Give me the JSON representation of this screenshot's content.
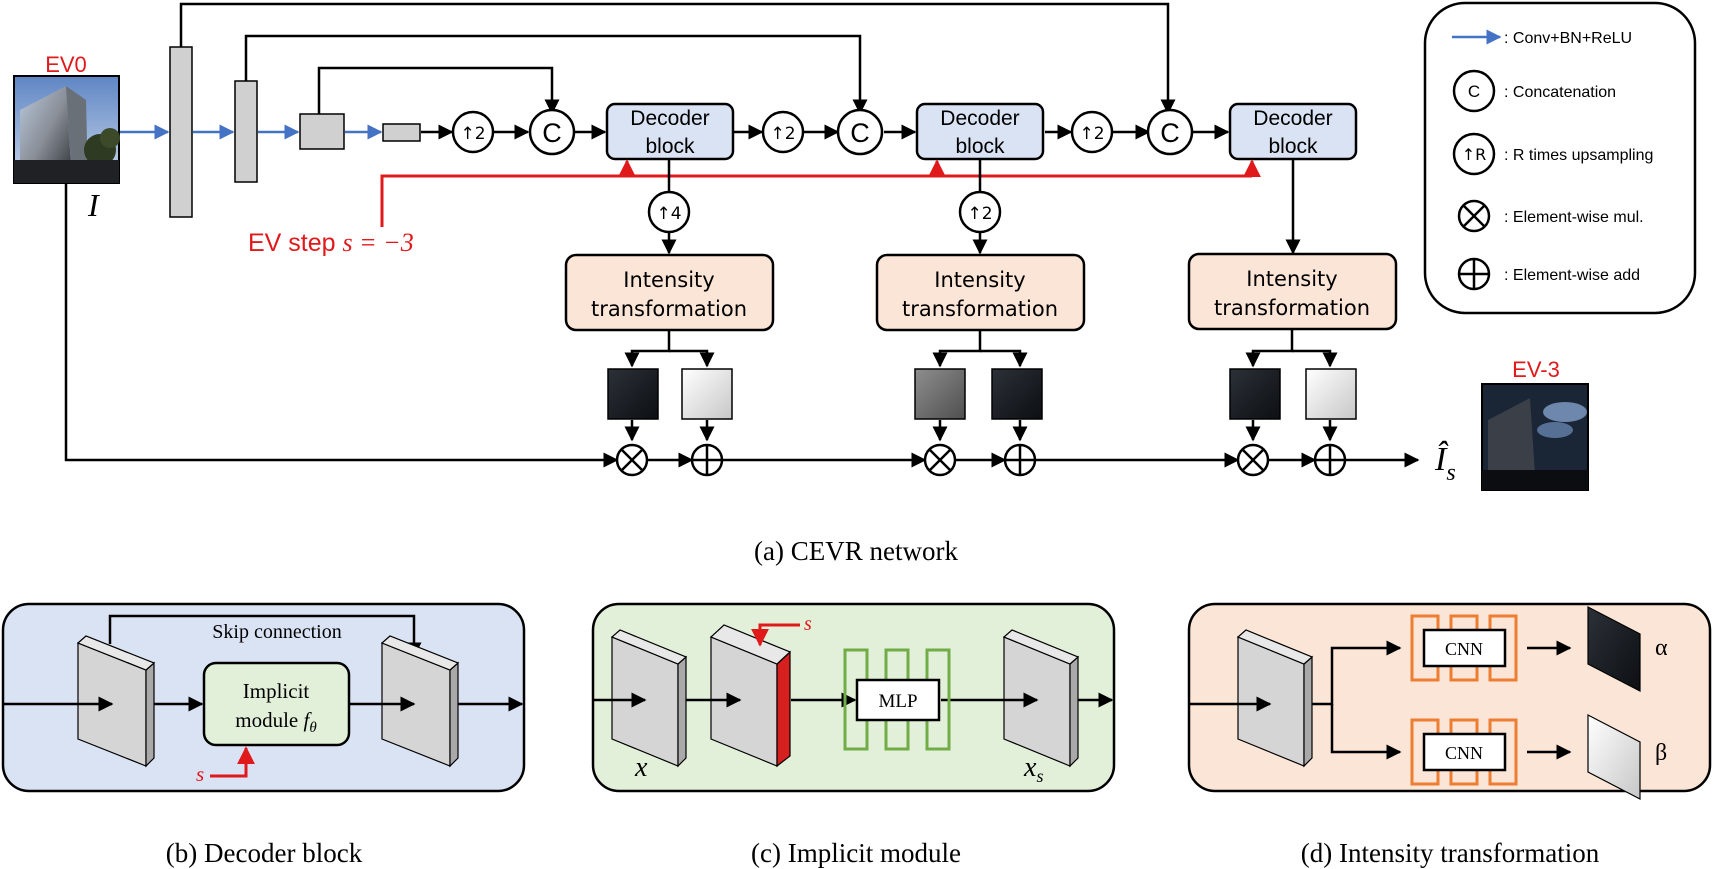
{
  "colors": {
    "conv_arrow": "#4472c4",
    "red": "#e0191b",
    "decoder_fill": "#dae3f3",
    "intensity_fill": "#fbe5d6",
    "panel_b_fill": "#dae3f3",
    "panel_c_fill": "#e2f0d9",
    "panel_d_fill": "#fbe5d6",
    "mlp_stroke": "#70ad47",
    "cnn_stroke": "#ed7d31"
  },
  "main": {
    "input_label": "EV0",
    "input_symbol": "I",
    "output_label": "EV-3",
    "output_symbol": "Î",
    "output_subscript": "s",
    "ev_step_text": "EV step ",
    "ev_step_math": "s = −3",
    "decoder_line1": "Decoder",
    "decoder_line2": "block",
    "intensity_line1": "Intensity",
    "intensity_line2": "transformation",
    "concat_symbol": "C",
    "up2": "↑2",
    "up4": "↑4",
    "caption": "(a) CEVR network"
  },
  "legend": {
    "items": [
      {
        "icon": "blue-arrow-icon",
        "text": ": Conv+BN+ReLU"
      },
      {
        "icon": "concatenation-icon",
        "text": ": Concatenation"
      },
      {
        "icon": "upsampling-icon",
        "text": ": R times upsampling",
        "symbol": "↑R"
      },
      {
        "icon": "element-mul-icon",
        "text": ": Element-wise mul."
      },
      {
        "icon": "element-add-icon",
        "text": ": Element-wise add"
      }
    ]
  },
  "panel_b": {
    "skip_label": "Skip connection",
    "implicit_line1": "Implicit",
    "implicit_line2": "module ",
    "implicit_math": "f",
    "implicit_sub": "θ",
    "s_label": "s",
    "caption": "(b) Decoder block"
  },
  "panel_c": {
    "s_label": "s",
    "mlp_label": "MLP",
    "x_label": "x",
    "xs_label": "x",
    "xs_sub": "s",
    "caption": "(c) Implicit module"
  },
  "panel_d": {
    "cnn_label": "CNN",
    "alpha_label": "α",
    "beta_label": "β",
    "caption": "(d) Intensity transformation"
  }
}
